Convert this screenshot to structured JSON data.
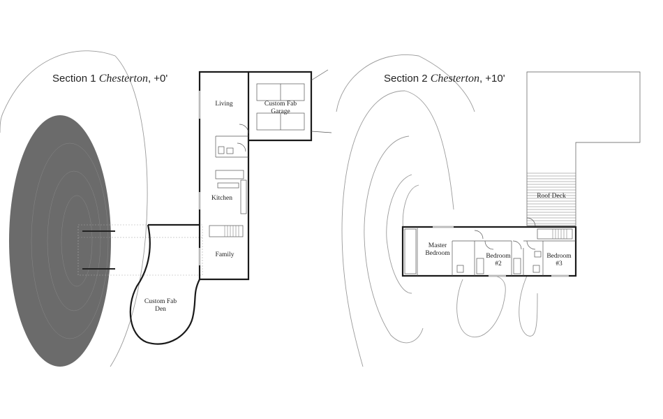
{
  "sections": [
    {
      "prefix": "Section",
      "number": "1",
      "name": "Chesterton",
      "elevation": "+0'",
      "rooms": {
        "living": "Living",
        "garage_line1": "Custom Fab",
        "garage_line2": "Garage",
        "kitchen": "Kitchen",
        "family": "Family",
        "den_line1": "Custom Fab",
        "den_line2": "Den"
      }
    },
    {
      "prefix": "Section",
      "number": "2",
      "name": "Chesterton",
      "elevation": "+10'",
      "rooms": {
        "roof_deck": "Roof Deck",
        "master_line1": "Master",
        "master_line2": "Bedroom",
        "bedroom2_line1": "Bedroom",
        "bedroom2_line2": "#2",
        "bedroom3_line1": "Bedroom",
        "bedroom3_line2": "#3"
      }
    }
  ],
  "colors": {
    "pond": "#6b6b6b",
    "walls": "#1a1a1a",
    "contours": "#9a9a9a"
  }
}
